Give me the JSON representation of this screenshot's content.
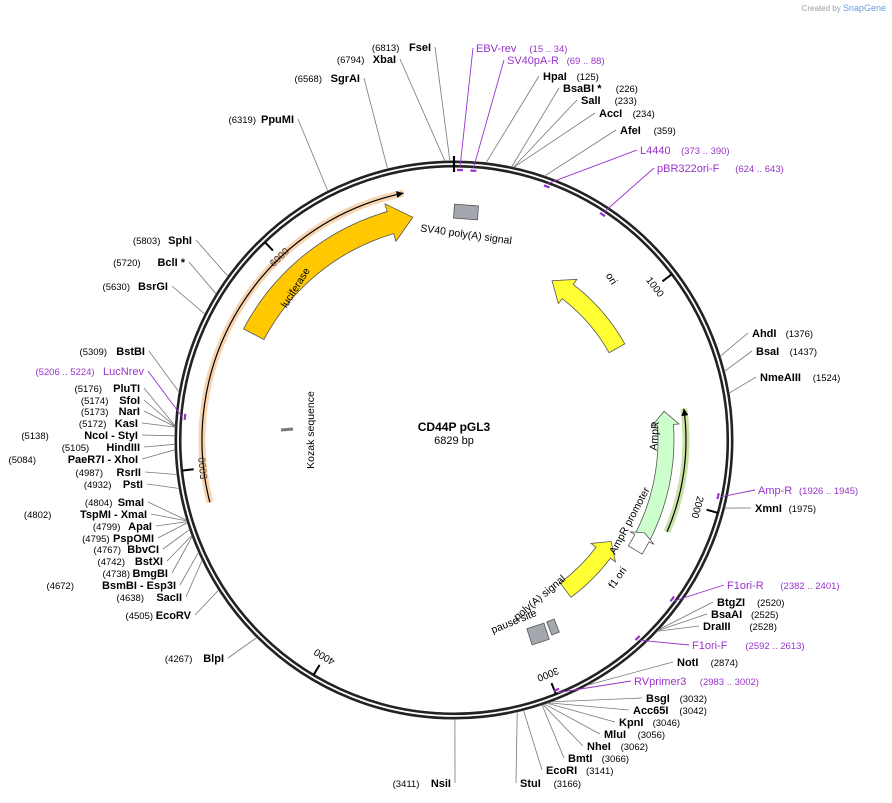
{
  "credit": {
    "prefix": "Created by",
    "brand": "SnapGene"
  },
  "plasmid": {
    "name": "CD44P pGL3",
    "size_label": "6829 bp",
    "length": 6829
  },
  "tick_labels": [
    "1000",
    "2000",
    "3000",
    "4000",
    "5000",
    "6000"
  ],
  "features": [
    {
      "name": "luciferase",
      "start": 5650,
      "end": 6630,
      "kind": "arrow",
      "color": "#ffc800",
      "dir": "cw"
    },
    {
      "name": "ori",
      "start": 1150,
      "end": 600,
      "kind": "arrow",
      "color": "#ffff33",
      "dir": "ccw"
    },
    {
      "name": "AmpR",
      "start": 2220,
      "end": 1560,
      "kind": "arrow",
      "color": "#ccffcc",
      "dir": "ccw"
    },
    {
      "name": "AmpR promoter",
      "start": 2300,
      "end": 2200,
      "kind": "arrow",
      "color": "#ffffff",
      "dir": "ccw"
    },
    {
      "name": "f1 ori",
      "start": 2720,
      "end": 2330,
      "kind": "arrow",
      "color": "#ffff33",
      "dir": "ccw"
    },
    {
      "name": "SV40 poly(A) signal",
      "start": 6805,
      "end": 60,
      "kind": "box",
      "color": "#a4a8ae"
    },
    {
      "name": "poly(A) signal",
      "start": 3100,
      "end": 3148,
      "kind": "box",
      "color": "#a4a8ae"
    },
    {
      "name": "pause site",
      "start": 3050,
      "end": 3090,
      "kind": "box",
      "color": "#a4a8ae"
    },
    {
      "name": "Kozak sequence",
      "kind": "text"
    }
  ],
  "orfs": [
    {
      "start": 4850,
      "end": 6610,
      "dir": "cw",
      "color": "#f0a050"
    },
    {
      "start": 2150,
      "end": 1560,
      "dir": "ccw",
      "color": "#8bbf3c"
    }
  ],
  "enzymes": [
    {
      "name": "FseI",
      "pos": "(6813)",
      "bp": 6813
    },
    {
      "name": "XbaI",
      "pos": "(6794)",
      "bp": 6794
    },
    {
      "name": "SgrAI",
      "pos": "(6568)",
      "bp": 6568
    },
    {
      "name": "PpuMI",
      "pos": "(6319)",
      "bp": 6319
    },
    {
      "name": "SphI",
      "pos": "(5803)",
      "bp": 5803
    },
    {
      "name": "BclI *",
      "pos": "(5720)",
      "bp": 5720
    },
    {
      "name": "BsrGI",
      "pos": "(5630)",
      "bp": 5630
    },
    {
      "name": "BstBI",
      "pos": "(5309)",
      "bp": 5309
    },
    {
      "name": "PluTI",
      "pos": "(5176)",
      "bp": 5176
    },
    {
      "name": "SfoI",
      "pos": "(5174)",
      "bp": 5174
    },
    {
      "name": "NarI",
      "pos": "(5173)",
      "bp": 5173
    },
    {
      "name": "KasI",
      "pos": "(5172)",
      "bp": 5172
    },
    {
      "name": "NcoI   - StyI",
      "pos": "(5138)",
      "bp": 5138
    },
    {
      "name": "HindIII",
      "pos": "(5105)",
      "bp": 5105
    },
    {
      "name": "PaeR7I   - XhoI",
      "pos": "(5084)",
      "bp": 5084
    },
    {
      "name": "RsrII",
      "pos": "(4987)",
      "bp": 4987
    },
    {
      "name": "PstI",
      "pos": "(4932)",
      "bp": 4932
    },
    {
      "name": "SmaI",
      "pos": "(4804)",
      "bp": 4804
    },
    {
      "name": "TspMI   - XmaI",
      "pos": "(4802)",
      "bp": 4802
    },
    {
      "name": "ApaI",
      "pos": "(4799)",
      "bp": 4799
    },
    {
      "name": "PspOMI",
      "pos": "(4795)",
      "bp": 4795
    },
    {
      "name": "BbvCI",
      "pos": "(4767)",
      "bp": 4767
    },
    {
      "name": "BstXI",
      "pos": "(4742)",
      "bp": 4742
    },
    {
      "name": "BmgBI",
      "pos": "(4738)",
      "bp": 4738
    },
    {
      "name": "BsmBI   - Esp3I",
      "pos": "(4672)",
      "bp": 4672
    },
    {
      "name": "SacII",
      "pos": "(4638)",
      "bp": 4638
    },
    {
      "name": "EcoRV",
      "pos": "(4505)",
      "bp": 4505
    },
    {
      "name": "BlpI",
      "pos": "(4267)",
      "bp": 4267
    },
    {
      "name": "NsiI",
      "pos": "(3411)",
      "bp": 3411
    },
    {
      "name": "StuI",
      "pos": "(3166)",
      "bp": 3166
    },
    {
      "name": "EcoRI",
      "pos": "(3141)",
      "bp": 3141
    },
    {
      "name": "BmtI",
      "pos": "(3066)",
      "bp": 3066
    },
    {
      "name": "NheI",
      "pos": "(3062)",
      "bp": 3062
    },
    {
      "name": "MluI",
      "pos": "(3056)",
      "bp": 3056
    },
    {
      "name": "KpnI",
      "pos": "(3046)",
      "bp": 3046
    },
    {
      "name": "Acc65I",
      "pos": "(3042)",
      "bp": 3042
    },
    {
      "name": "BsgI",
      "pos": "(3032)",
      "bp": 3032
    },
    {
      "name": "NotI",
      "pos": "(2874)",
      "bp": 2874
    },
    {
      "name": "DraIII",
      "pos": "(2528)",
      "bp": 2528
    },
    {
      "name": "BsaAI",
      "pos": "(2525)",
      "bp": 2525
    },
    {
      "name": "BtgZI",
      "pos": "(2520)",
      "bp": 2520
    },
    {
      "name": "XmnI",
      "pos": "(1975)",
      "bp": 1975
    },
    {
      "name": "NmeAIII",
      "pos": "(1524)",
      "bp": 1524
    },
    {
      "name": "BsaI",
      "pos": "(1437)",
      "bp": 1437
    },
    {
      "name": "AhdI",
      "pos": "(1376)",
      "bp": 1376
    },
    {
      "name": "AfeI",
      "pos": "(359)",
      "bp": 359
    },
    {
      "name": "AccI",
      "pos": "(234)",
      "bp": 234
    },
    {
      "name": "SalI",
      "pos": "(233)",
      "bp": 233
    },
    {
      "name": "BsaBI *",
      "pos": "(226)",
      "bp": 226
    },
    {
      "name": "HpaI",
      "pos": "(125)",
      "bp": 125
    }
  ],
  "primers": [
    {
      "name": "EBV-rev",
      "pos": "(15 .. 34)",
      "bp": 24
    },
    {
      "name": "SV40pA-R",
      "pos": "(69 .. 88)",
      "bp": 78
    },
    {
      "name": "L4440",
      "pos": "(373 .. 390)",
      "bp": 381
    },
    {
      "name": "pBR322ori-F",
      "pos": "(624 .. 643)",
      "bp": 633
    },
    {
      "name": "Amp-R",
      "pos": "(1926 .. 1945)",
      "bp": 1935
    },
    {
      "name": "F1ori-R",
      "pos": "(2382 .. 2401)",
      "bp": 2391
    },
    {
      "name": "F1ori-F",
      "pos": "(2592 .. 2613)",
      "bp": 2602
    },
    {
      "name": "RVprimer3",
      "pos": "(2983 .. 3002)",
      "bp": 2992
    },
    {
      "name": "LucNrev",
      "pos": "(5206 .. 5224)",
      "bp": 5215
    }
  ],
  "colors": {
    "backbone": "#222222",
    "primer": "#9933cc",
    "leader": "#777777",
    "text": "#000000"
  }
}
